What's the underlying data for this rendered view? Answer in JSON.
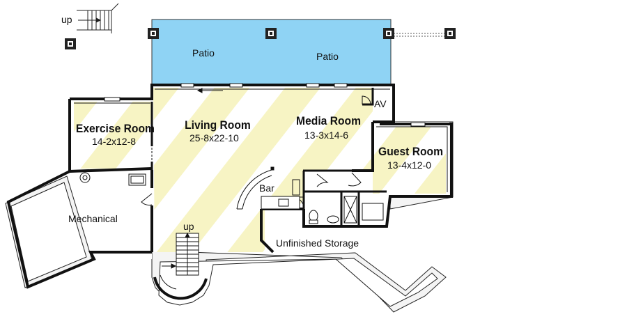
{
  "plan": {
    "rooms": {
      "patio_left": {
        "name": "Patio"
      },
      "patio_right": {
        "name": "Patio"
      },
      "exercise": {
        "name": "Exercise Room",
        "dims": "14-2x12-8"
      },
      "living": {
        "name": "Living Room",
        "dims": "25-8x22-10"
      },
      "media": {
        "name": "Media Room",
        "dims": "13-3x14-6"
      },
      "guest": {
        "name": "Guest Room",
        "dims": "13-4x12-0"
      },
      "av": {
        "name": "AV"
      },
      "bar": {
        "name": "Bar"
      },
      "mechanical": {
        "name": "Mechanical"
      },
      "storage": {
        "name": "Unfinished Storage"
      }
    },
    "stairs": {
      "top_label": "up",
      "main_label": "up"
    },
    "colors": {
      "patio_fill": "#8fd3f4",
      "highlight_stripe": "#fdfbd6",
      "wall": "#111111",
      "slab": "#f2f2f2"
    }
  }
}
